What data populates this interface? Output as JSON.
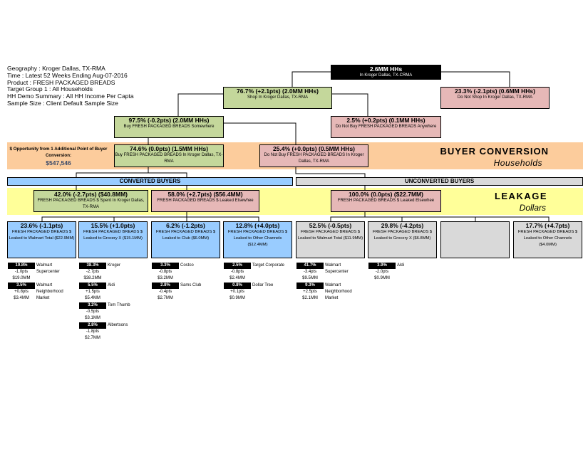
{
  "info": [
    "Geography : Kroger Dallas, TX-RMA",
    "Time : Latest 52 Weeks Ending Aug-07-2016",
    "Product : FRESH PACKAGED BREADS",
    "Target Group 1 : All Households",
    "HH Demo Summary : All HH Income Per Capta",
    "Sample Size : Client Default Sample Size"
  ],
  "tree": {
    "root": {
      "h": "2.6MM HHs",
      "t": "In Kroger Dallas, TX-CRMA"
    },
    "shop": {
      "h": "76.7% (+2.1pts) (2.0MM HHs)",
      "t": "Shop In Kroger Dallas, TX-RMA"
    },
    "noshop": {
      "h": "23.3% (-2.1pts) (0.6MM HHs)",
      "t": "Do Not Shop In Kroger Dallas, TX-RMA"
    },
    "buy": {
      "h": "97.5% (-0.2pts) (2.0MM HHs)",
      "t": "Buy FRESH PACKAGED BREADS Somewhere"
    },
    "nobuy": {
      "h": "2.5% (+0.2pts) (0.1MM HHs)",
      "t": "Do Not Buy FRESH PACKAGED BREADS Anywhere"
    },
    "buyin": {
      "h": "74.6% (0.0pts) (1.5MM HHs)",
      "t": "Buy FRESH PACKAGED BREADS In Kroger Dallas, TX-RMA"
    },
    "nobuyin": {
      "h": "25.4% (+0.0pts) (0.5MM HHs)",
      "t": "Do Not Buy FRESH PACKAGED BREADS In Kroger Dallas, TX-RMA"
    }
  },
  "buyer_conversion": {
    "title": "BUYER CONVERSION",
    "subtitle": "Households",
    "opp_label": "$ Opportunity from 1 Additional Point of Buyer Conversion:",
    "opp_value": "$547,546"
  },
  "converted_label": "CONVERTED BUYERS",
  "unconverted_label": "UNCONVERTED BUYERS",
  "leakage": {
    "title": "LEAKAGE",
    "subtitle": "Dollars",
    "spent": {
      "h": "42.0% (-2.7pts) ($40.8MM)",
      "t": "FRESH PACKAGED BREADS $ Spent In Kroger Dallas, TX-RMA"
    },
    "leaked": {
      "h": "58.0% (+2.7pts) ($56.4MM)",
      "t": "FRESH PACKAGED BREADS $ Leaked Elsewhee"
    },
    "unleaked": {
      "h": "100.0% (0.0pts) ($22.7MM)",
      "t": "FRESH PACKAGED BREADS $ Leaked Elsewhee"
    }
  },
  "leaves": [
    {
      "h": "23.6% (-1.1pts)",
      "t": "FRESH PACKAGED BREADS $ Leaked to Walmart Total ($22.9MM)",
      "entries": [
        {
          "p": "19.8%",
          "s": "-1.0pts",
          "a": "$19.0MM",
          "n": "Walmart Supercenter"
        },
        {
          "p": "3.5%",
          "s": "+0.8pts",
          "a": "$3.4MM",
          "n": "Walmart Neighborhood Market"
        }
      ]
    },
    {
      "h": "15.5% (+1.0pts)",
      "t": "FRESH PACKAGED BREADS $ Leaked to Grocery X ($15.1MM)",
      "entries": [
        {
          "p": "38.3%",
          "s": "-2.7pts",
          "a": "$38.2MM",
          "n": "Kroger"
        },
        {
          "p": "5.5%",
          "s": "+1.5pts",
          "a": "$5.4MM",
          "n": "Aldi"
        },
        {
          "p": "3.2%",
          "s": "-0.5pts",
          "a": "$3.1MM",
          "n": "Tom Thumb"
        },
        {
          "p": "2.8%",
          "s": "-1.8pts",
          "a": "$2.7MM",
          "n": "Albertsons"
        }
      ]
    },
    {
      "h": "6.2% (-1.2pts)",
      "t": "FRESH PACKAGED BREADS $ Leaked to Club ($6.0MM)",
      "entries": [
        {
          "p": "3.3%",
          "s": "-0.8pts",
          "a": "$3.2MM",
          "n": "Costco"
        },
        {
          "p": "2.8%",
          "s": "-0.4pts",
          "a": "$2.7MM",
          "n": "Sams Club"
        }
      ]
    },
    {
      "h": "12.8% (+4.0pts)",
      "t": "FRESH PACKAGED BREADS $ Leaked to Other Channels ($12.4MM)",
      "entries": [
        {
          "p": "2.5%",
          "s": "-0.8pts",
          "a": "$2.4MM",
          "n": "Target Corporate"
        },
        {
          "p": "0.8%",
          "s": "+0.1pts",
          "a": "$0.9MM",
          "n": "Dollar Tree"
        }
      ]
    },
    {
      "h": "52.5% (-0.5pts)",
      "t": "FRESH PACKAGED BREADS $ Leaked to Walmart Total ($11.9MM)",
      "entries": [
        {
          "p": "41.7%",
          "s": "-3.4pts",
          "a": "$9.5MM",
          "n": "Walmart Supercenter"
        },
        {
          "p": "9.3%",
          "s": "+2.5pts",
          "a": "$2.1MM",
          "n": "Walmart Neighborhood Market"
        }
      ]
    },
    {
      "h": "29.8% (-4.2pts)",
      "t": "FRESH PACKAGED BREADS $ Leaked to Grocery X ($6.8MM)",
      "entries": [
        {
          "p": "3.9%",
          "s": "-2.0pts",
          "a": "$0.9MM",
          "n": "Aldi"
        }
      ]
    },
    {
      "h": "",
      "t": "",
      "entries": []
    },
    {
      "h": "17.7% (+4.7pts)",
      "t": "FRESH PACKAGED BREADS $ Leaked to Other Channels ($4.0MM)",
      "entries": []
    }
  ]
}
